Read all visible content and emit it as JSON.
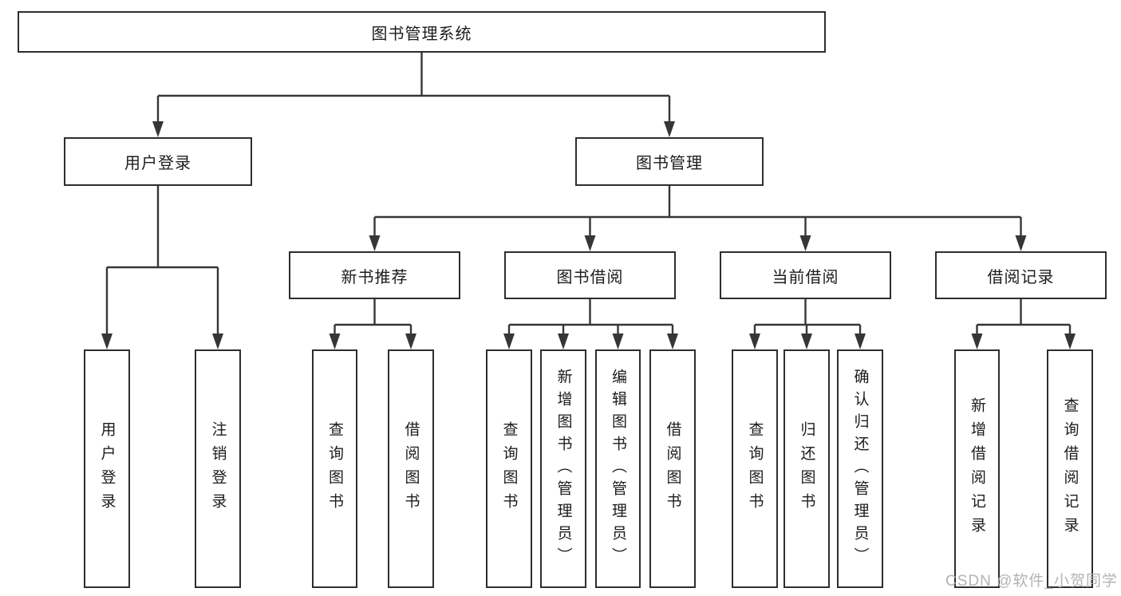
{
  "diagram": {
    "title": "图书管理系统",
    "colors": {
      "line": "#363636",
      "border": "#2e2e2e",
      "text": "#1c1c1c",
      "background": "#ffffff",
      "watermark": "#b3b3b3"
    },
    "nodes": [
      {
        "id": "root",
        "name": "node-library-management-system",
        "label": "图书管理系统"
      },
      {
        "id": "login",
        "name": "node-user-login",
        "label": "用户登录"
      },
      {
        "id": "mgmt",
        "name": "node-book-management",
        "label": "图书管理"
      },
      {
        "id": "newbook",
        "name": "node-new-book-recommend",
        "label": "新书推荐"
      },
      {
        "id": "borrow",
        "name": "node-book-borrowing",
        "label": "图书借阅"
      },
      {
        "id": "current",
        "name": "node-current-borrowing",
        "label": "当前借阅"
      },
      {
        "id": "records",
        "name": "node-borrowing-records",
        "label": "借阅记录"
      },
      {
        "id": "u1",
        "name": "leaf-user-login",
        "label": "用户登录"
      },
      {
        "id": "u2",
        "name": "leaf-logout",
        "label": "注销登录"
      },
      {
        "id": "n1",
        "name": "leaf-query-books",
        "label": "查询图书"
      },
      {
        "id": "n2",
        "name": "leaf-borrow-books",
        "label": "借阅图书"
      },
      {
        "id": "b1",
        "name": "leaf-query-books",
        "label": "查询图书"
      },
      {
        "id": "b2",
        "name": "leaf-add-book-admin",
        "label": "新增图书（管理员）"
      },
      {
        "id": "b3",
        "name": "leaf-edit-book-admin",
        "label": "编辑图书（管理员）"
      },
      {
        "id": "b4",
        "name": "leaf-borrow-books",
        "label": "借阅图书"
      },
      {
        "id": "c1",
        "name": "leaf-query-books",
        "label": "查询图书"
      },
      {
        "id": "c2",
        "name": "leaf-return-books",
        "label": "归还图书"
      },
      {
        "id": "c3",
        "name": "leaf-confirm-return-admin",
        "label": "确认归还（管理员）"
      },
      {
        "id": "r1",
        "name": "leaf-add-borrow-record",
        "label": "新增借阅记录"
      },
      {
        "id": "r2",
        "name": "leaf-query-borrow-record",
        "label": "查询借阅记录"
      }
    ],
    "edges": [
      {
        "from": "root",
        "to": [
          "login",
          "mgmt"
        ]
      },
      {
        "from": "login",
        "to": [
          "u1",
          "u2"
        ]
      },
      {
        "from": "mgmt",
        "to": [
          "newbook",
          "borrow",
          "current",
          "records"
        ]
      },
      {
        "from": "newbook",
        "to": [
          "n1",
          "n2"
        ]
      },
      {
        "from": "borrow",
        "to": [
          "b1",
          "b2",
          "b3",
          "b4"
        ]
      },
      {
        "from": "current",
        "to": [
          "c1",
          "c2",
          "c3"
        ]
      },
      {
        "from": "records",
        "to": [
          "r1",
          "r2"
        ]
      }
    ]
  },
  "watermark": {
    "text": "CSDN @软件_小贺同学"
  }
}
